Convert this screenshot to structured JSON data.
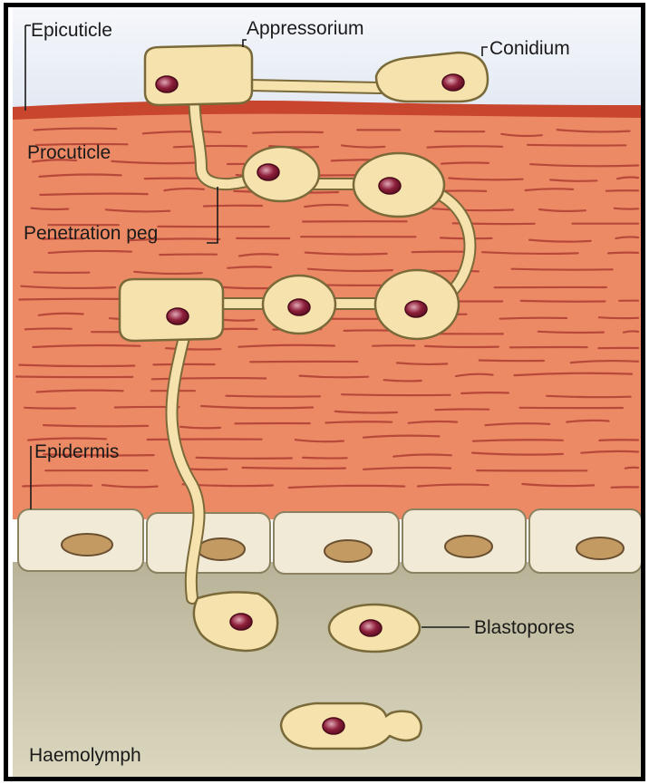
{
  "labels": {
    "epicuticle": "Epicuticle",
    "appressorium": "Appressorium",
    "conidium": "Conidium",
    "procuticle": "Procuticle",
    "penetration_peg": "Penetration peg",
    "epidermis": "Epidermis",
    "blastopores": "Blastopores",
    "haemolymph": "Haemolymph"
  },
  "colors": {
    "frame": "#000000",
    "sky": "#eef2f8",
    "procuticle": "#ec8a66",
    "epicuticle_band": "#c8452e",
    "fiber": "#b8483a",
    "epidermis_cell": "#f0ead6",
    "epidermis_nucleus": "#c49a63",
    "haemolymph": "#c9c4a5",
    "fungal_cell": "#f5e2ad",
    "fungal_outline": "#7a6a3a",
    "fungal_nucleus": "#8e1f3a"
  }
}
